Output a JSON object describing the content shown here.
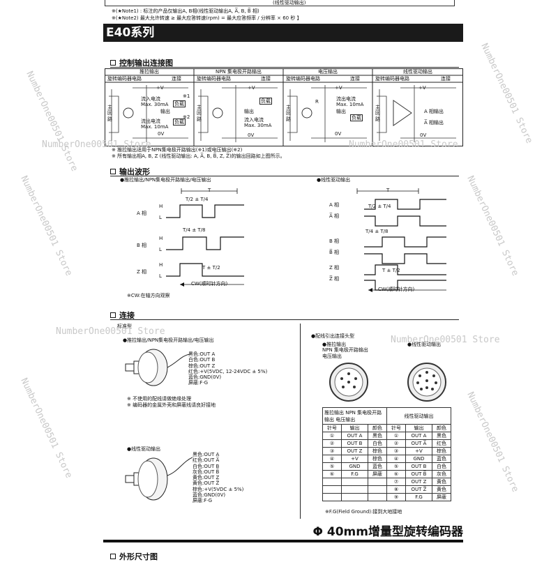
{
  "header": {
    "notes": [
      "※(★Note1) : 标注的产品仅输出A, B相(线性驱动输出A, A̅, B, B̅ 相)",
      "※(★Note2) 最大允许转速 ≥ 最大应答转速(rpm) = 最大应答频率 / 分辨率 × 60 秒 】"
    ],
    "top_cell": "(线性驱动输出)"
  },
  "series_title": "E40系列",
  "sections": {
    "control": "控制输出连接图",
    "waveform": "输出波形",
    "connection": "连接"
  },
  "control_panels": [
    {
      "title": "推拉输出",
      "left": "旋转编码器电路",
      "right": "连接",
      "labels": [
        "+V",
        "流入电流",
        "Max. 30mA",
        "输出",
        "负载",
        "流出电流",
        "Max. 10mA",
        "负载",
        "0V",
        "主回路",
        "※1",
        "※2"
      ]
    },
    {
      "title": "NPN 集电极开路输出",
      "left": "旋转编码器电路",
      "right": "连接",
      "labels": [
        "+V",
        "负载",
        "输出",
        "流入电流",
        "Max. 30mA",
        "0V",
        "主回路"
      ]
    },
    {
      "title": "电压输出",
      "left": "旋转编码器电路",
      "right": "连接",
      "labels": [
        "+V",
        "R",
        "流出电流",
        "Max. 10mA",
        "输出",
        "负载",
        "0V",
        "主回路"
      ]
    },
    {
      "title": "线性驱动输出",
      "left": "旋转编码器电路",
      "right": "连接",
      "labels": [
        "+V",
        "A 相输出",
        "A̅ 相输出",
        "0V",
        "主回路"
      ]
    }
  ],
  "control_notes": [
    "※ 推拉输出适用于NPN集电极开路输出(※1)或电压输出(※2)",
    "※ 所有输出相A, B, Z (线性驱动输出: A, A̅, B, B̅, Z, Z̅)的输出回路如上图所示。"
  ],
  "waveform": {
    "left_caption": "●推拉输出/NPN集电极开路输出/电压输出",
    "right_caption": "●线性驱动输出",
    "period": "T",
    "left_rows": [
      "A 相",
      "B 相",
      "Z 相"
    ],
    "right_rows": [
      "A 相",
      "A̅ 相",
      "B 相",
      "B̅ 相",
      "Z 相",
      "Z̅ 相"
    ],
    "hl": [
      "H",
      "L"
    ],
    "fractions": [
      "T/2 ± T/4",
      "T/4 ± T/8",
      "T ± T/2"
    ],
    "cw": "CW(顺时针方向)",
    "cw_note": "※CW:在轴方向观察"
  },
  "connection": {
    "standard": "标准型",
    "pushpull_caption": "●推拉输出/NPN集电极开路输出/电压输出",
    "pushpull_wires": [
      "黑色:OUT A",
      "白色:OUT B",
      "棕色:OUT Z",
      "红色:+V(5VDC, 12-24VDC ± 5%)",
      "蓝色:GND(0V)",
      "屏蔽:F·G"
    ],
    "pushpull_notes": [
      "※ 不使用的配线请做绝缘处理",
      "※ 编码器的金属外壳和屏蔽线请良好接地"
    ],
    "linedrive_caption": "●线性驱动输出",
    "linedrive_wires": [
      "黑色:OUT A",
      "红色:OUT A̅",
      "白色:OUT B",
      "灰色:OUT B̅",
      "黄色:OUT Z",
      "黄色:OUT Z̅",
      "棕色:+V(5VDC ± 5%)",
      "蓝色:GND(0V)",
      "屏蔽:F·G"
    ],
    "connector_caption": "●配线引出连接头型",
    "conn_left_caption": [
      "●推拉输出",
      "NPN 集电极开路输出",
      "电压输出"
    ],
    "conn_right_caption": "●线性驱动输出",
    "table_header_left": "推拉输出 NPN 集电极开路输出 电压输出",
    "table_header_right": "线性驱动输出",
    "cols": [
      "针号",
      "输出",
      "颜色",
      "针号",
      "输出",
      "颜色"
    ],
    "rows": [
      [
        "①",
        "OUT A",
        "黑色",
        "①",
        "OUT A",
        "黑色"
      ],
      [
        "②",
        "OUT B",
        "白色",
        "②",
        "OUT A̅",
        "红色"
      ],
      [
        "③",
        "OUT Z",
        "棕色",
        "③",
        "+V",
        "棕色"
      ],
      [
        "④",
        "+V",
        "棕色",
        "④",
        "GND",
        "蓝色"
      ],
      [
        "⑤",
        "GND",
        "蓝色",
        "⑤",
        "OUT B",
        "白色"
      ],
      [
        "⑥",
        "F.G",
        "屏蔽",
        "⑥",
        "OUT B̅",
        "灰色"
      ],
      [
        "",
        "",
        "",
        "⑦",
        "OUT Z",
        "黄色"
      ],
      [
        "",
        "",
        "",
        "⑧",
        "OUT Z̅",
        "黄色"
      ],
      [
        "",
        "",
        "",
        "⑨",
        "F.G",
        "屏蔽"
      ]
    ],
    "fg_note": "※F.G(Field Ground):接到大地接地"
  },
  "product_title": "Φ 40mm增量型旋转编码器",
  "next_section": "外形尺寸图",
  "watermark": "NumberOne00501 Store"
}
